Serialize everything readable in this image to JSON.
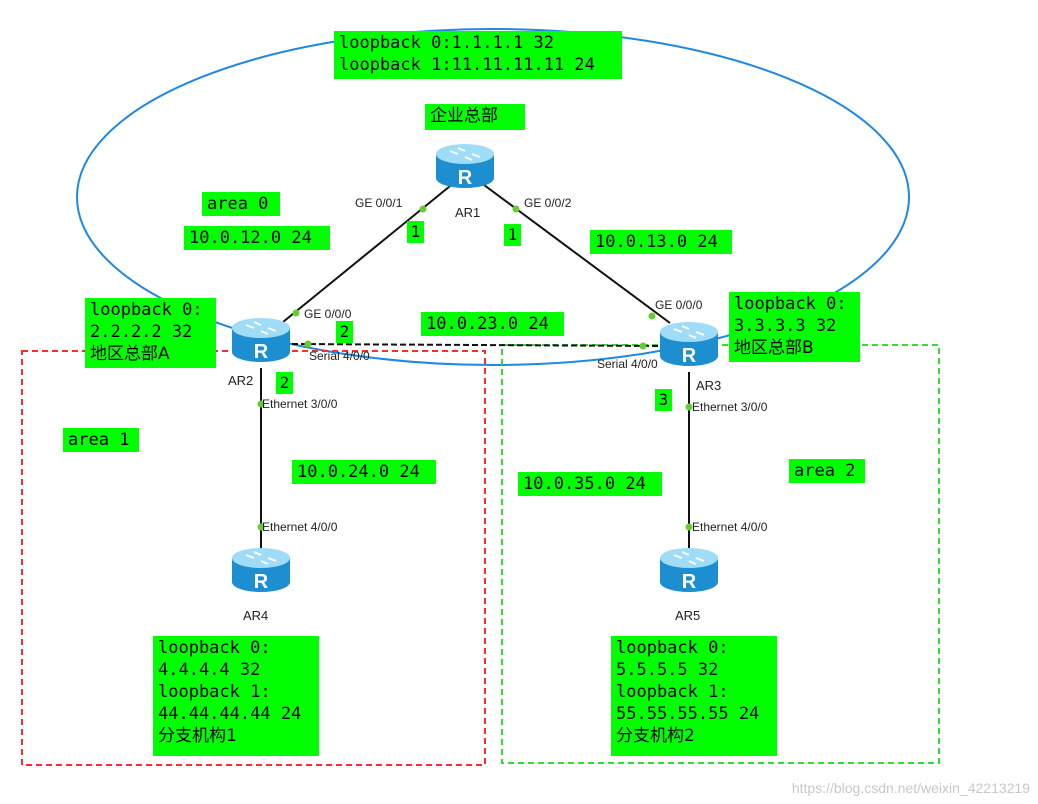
{
  "routers": {
    "ar1": "AR1",
    "ar2": "AR2",
    "ar3": "AR3",
    "ar4": "AR4",
    "ar5": "AR5",
    "glyph": "R"
  },
  "labels": {
    "hq_loopback_l1": "loopback 0:1.1.1.1 32",
    "hq_loopback_l2": "loopback 1:11.11.11.11 24",
    "hq_name": "企业总部",
    "area0": "area 0",
    "area1": "area 1",
    "area2": "area 2",
    "net_12": "10.0.12.0 24",
    "net_13": "10.0.13.0 24",
    "net_23": "10.0.23.0 24",
    "net_24": "10.0.24.0 24",
    "net_35": "10.0.35.0 24",
    "ar2_lb_l1": "loopback 0:",
    "ar2_lb_l2": "2.2.2.2 32",
    "ar2_name": "地区总部A",
    "ar3_lb_l1": "loopback 0:",
    "ar3_lb_l2": "3.3.3.3 32",
    "ar3_name": "地区总部B",
    "ar4_l1": "loopback 0:",
    "ar4_l2": "4.4.4.4 32",
    "ar4_l3": "loopback 1:",
    "ar4_l4": "44.44.44.44 24",
    "ar4_name": "分支机构1",
    "ar5_l1": "loopback 0:",
    "ar5_l2": "5.5.5.5 32",
    "ar5_l3": "loopback 1:",
    "ar5_l4": "55.55.55.55 24",
    "ar5_name": "分支机构2"
  },
  "interfaces": {
    "ar1_ge001": "GE 0/0/1",
    "ar1_ge002": "GE 0/0/2",
    "ar2_ge000": "GE 0/0/0",
    "ar2_serial": "Serial 4/0/0",
    "ar2_eth": "Ethernet 3/0/0",
    "ar3_ge000": "GE 0/0/0",
    "ar3_serial": "Serial 4/0/0",
    "ar3_eth": "Ethernet 3/0/0",
    "ar4_eth": "Ethernet 4/0/0",
    "ar5_eth": "Ethernet 4/0/0"
  },
  "numbers": {
    "n_ar1_left": "1",
    "n_ar1_right": "1",
    "n_ar2_top": "2",
    "n_ar2_bottom": "2",
    "n_ar3": "3"
  },
  "watermark": "https://blog.csdn.net/weixin_42213219",
  "colors": {
    "label_bg": "#00ff00",
    "area0_ellipse": "#1e88e5",
    "area1_border": "#ff2a2a",
    "area2_border": "#33dd33",
    "port_dot": "#66cc33",
    "router_body": "#35a8e0"
  }
}
